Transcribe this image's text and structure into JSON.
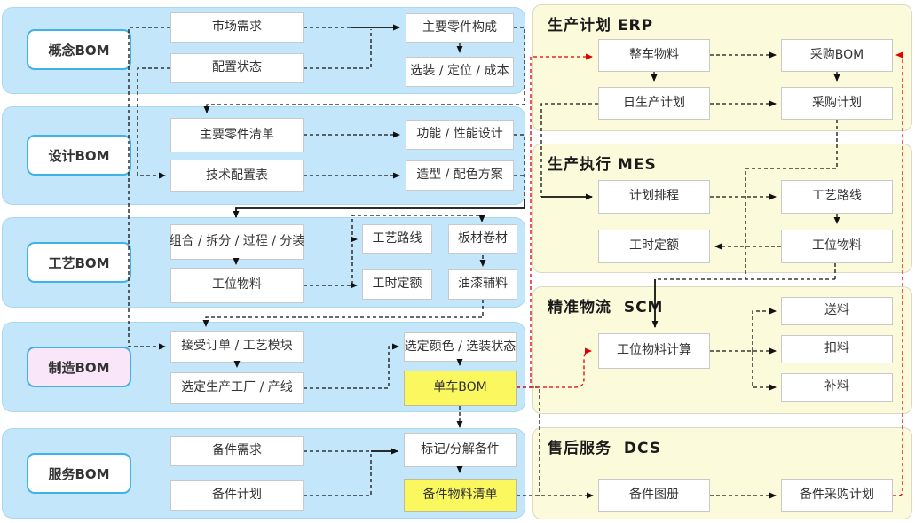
{
  "colors": {
    "panel_blue": "#C4E6FA",
    "panel_yellow": "#FBFBDC",
    "label_border_blue": "#3FB3E6",
    "highlight_yellow": "#FAF75F",
    "highlight_pink": "#FAE6F9",
    "line_black": "#111111",
    "line_red": "#E00000"
  },
  "left_panels": [
    {
      "label": "概念BOM",
      "boxes": {
        "b1": "市场需求",
        "b2": "配置状态",
        "b3": "主要零件构成",
        "b4": "选装 / 定位 / 成本"
      }
    },
    {
      "label": "设计BOM",
      "boxes": {
        "b1": "主要零件清单",
        "b2": "技术配置表",
        "b3": "功能 / 性能设计",
        "b4": "造型 / 配色方案"
      }
    },
    {
      "label": "工艺BOM",
      "boxes": {
        "b1": "组合 / 拆分 / 过程 / 分装",
        "b2": "工位物料",
        "b3": "工艺路线",
        "b4": "板材卷材",
        "b5": "工时定额",
        "b6": "油漆辅料"
      }
    },
    {
      "label": "制造BOM",
      "boxes": {
        "b1": "接受订单 / 工艺模块",
        "b2": "选定生产工厂 / 产线",
        "b3": "选定颜色 / 选装状态",
        "b4": "单车BOM"
      }
    },
    {
      "label": "服务BOM",
      "boxes": {
        "b1": "备件需求",
        "b2": "备件计划",
        "b3": "标记/分解备件",
        "b4": "备件物料清单"
      }
    }
  ],
  "right_panels": [
    {
      "title": "生产计划 ERP",
      "boxes": {
        "b1": "整车物料",
        "b2": "采购BOM",
        "b3": "日生产计划",
        "b4": "采购计划"
      }
    },
    {
      "title": "生产执行 MES",
      "boxes": {
        "b1": "计划排程",
        "b2": "工艺路线",
        "b3": "工时定额",
        "b4": "工位物料"
      }
    },
    {
      "title": "精准物流  SCM",
      "boxes": {
        "b1": "工位物料计算",
        "b2": "送料",
        "b3": "扣料",
        "b4": "补料"
      }
    },
    {
      "title": "售后服务  DCS",
      "boxes": {
        "b1": "备件图册",
        "b2": "备件采购计划"
      }
    }
  ]
}
